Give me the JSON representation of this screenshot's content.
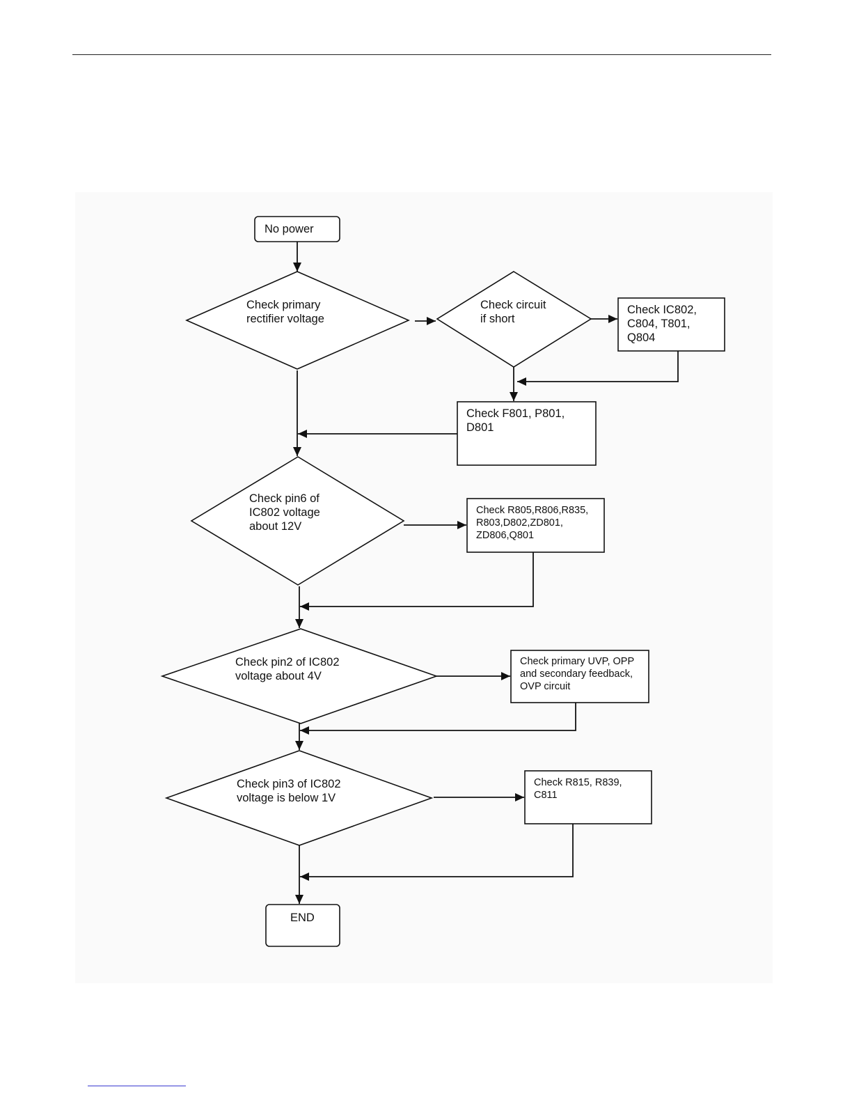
{
  "nodes": {
    "start": {
      "shape": "terminal",
      "lines": [
        "No power"
      ]
    },
    "d1": {
      "shape": "decision",
      "lines": [
        "Check primary",
        "rectifier voltage"
      ]
    },
    "d_short": {
      "shape": "decision",
      "lines": [
        "Check circuit",
        "if short"
      ]
    },
    "p_ic802": {
      "shape": "process",
      "lines": [
        "Check IC802,",
        "C804, T801,",
        "Q804"
      ]
    },
    "p_f801": {
      "shape": "process",
      "lines": [
        "Check F801, P801,",
        "D801"
      ]
    },
    "d2": {
      "shape": "decision",
      "lines": [
        "Check pin6 of",
        "IC802 voltage",
        "about 12V"
      ]
    },
    "p_r805": {
      "shape": "process",
      "lines": [
        "Check R805,R806,R835,",
        "R803,D802,ZD801,",
        "ZD806,Q801"
      ]
    },
    "d3": {
      "shape": "decision",
      "lines": [
        "Check pin2 of IC802",
        "voltage about 4V"
      ]
    },
    "p_uvp": {
      "shape": "process",
      "lines": [
        "Check primary UVP, OPP",
        "and secondary feedback,",
        "OVP circuit"
      ]
    },
    "d4": {
      "shape": "decision",
      "lines": [
        "Check pin3 of IC802",
        "voltage is below 1V"
      ]
    },
    "p_r815": {
      "shape": "process",
      "lines": [
        "Check R815, R839,",
        "C811"
      ]
    },
    "end": {
      "shape": "terminal",
      "lines": [
        "END"
      ]
    }
  },
  "edges": [
    {
      "from": "start",
      "to": "d1"
    },
    {
      "from": "d1",
      "to": "d_short"
    },
    {
      "from": "d_short",
      "to": "p_ic802"
    },
    {
      "from": "p_ic802",
      "to": "p_f801"
    },
    {
      "from": "d_short",
      "to": "p_f801"
    },
    {
      "from": "d1",
      "to": "d2"
    },
    {
      "from": "p_f801",
      "to": "d2"
    },
    {
      "from": "d2",
      "to": "p_r805"
    },
    {
      "from": "d2",
      "to": "d3"
    },
    {
      "from": "p_r805",
      "to": "d3"
    },
    {
      "from": "d3",
      "to": "p_uvp"
    },
    {
      "from": "d3",
      "to": "d4"
    },
    {
      "from": "p_uvp",
      "to": "d4"
    },
    {
      "from": "d4",
      "to": "p_r815"
    },
    {
      "from": "d4",
      "to": "end"
    },
    {
      "from": "p_r815",
      "to": "end"
    }
  ]
}
